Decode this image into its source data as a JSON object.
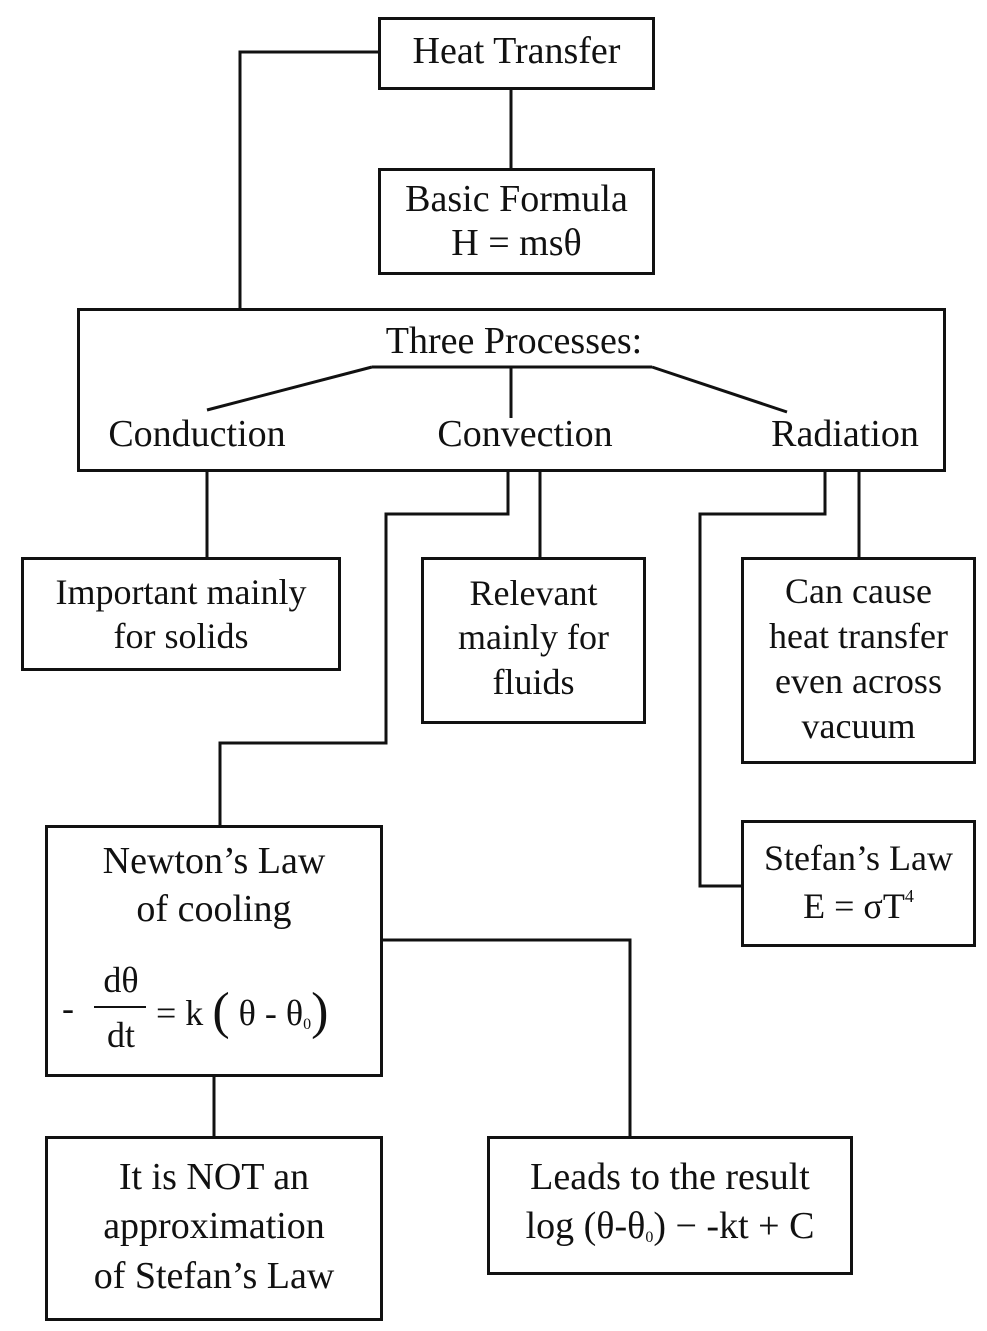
{
  "nodes": {
    "heat_transfer": {
      "title": "Heat Transfer"
    },
    "basic_formula": {
      "title": "Basic Formula",
      "formula": "H = msθ"
    },
    "three_processes": {
      "title": "Three Processes:",
      "conduction": "Conduction",
      "convection": "Convection",
      "radiation": "Radiation"
    },
    "solids": {
      "line1": "Important mainly",
      "line2": "for solids"
    },
    "fluids": {
      "line1": "Relevant",
      "line2": "mainly for",
      "line3": "fluids"
    },
    "vacuum": {
      "line1": "Can cause",
      "line2": "heat transfer",
      "line3": "even across",
      "line4": "vacuum"
    },
    "stefan": {
      "title": "Stefan’s Law",
      "formula_base": "E = σT",
      "formula_exp": "4"
    },
    "newton": {
      "line1": "Newton’s Law",
      "line2": "of cooling",
      "minus": "-",
      "numerator": "dθ",
      "denominator": "dt",
      "rhs_eq": "= k",
      "paren_open": "(",
      "inner_a": "θ - θ",
      "inner_sub": "0",
      "paren_close": ")"
    },
    "not_approx": {
      "line1": "It is NOT an",
      "line2": "approximation",
      "line3": "of Stefan’s Law"
    },
    "result": {
      "line1": "Leads to the result",
      "line2_a": "log (θ-θ",
      "line2_sub": "0",
      "line2_b": ") − -kt + C"
    }
  }
}
